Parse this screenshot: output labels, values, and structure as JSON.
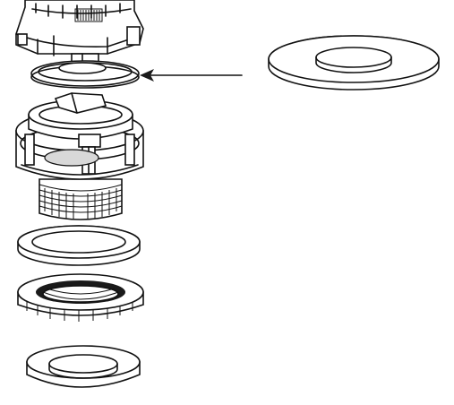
{
  "diagram": {
    "components": [
      {
        "id": "valve-top-assembly",
        "icon": "valve-top-assembly-illustration"
      },
      {
        "id": "small-seal",
        "icon": "small-seal-illustration"
      },
      {
        "id": "valve-body",
        "icon": "threaded-valve-body-illustration"
      },
      {
        "id": "upper-washer",
        "icon": "flat-washer-illustration"
      },
      {
        "id": "lock-nut",
        "icon": "lock-nut-illustration"
      },
      {
        "id": "lower-washer",
        "icon": "thick-washer-illustration"
      },
      {
        "id": "replacement-washer",
        "icon": "large-flat-washer-illustration"
      }
    ],
    "callout": {
      "icon": "arrow-left-icon",
      "points_to": "small-seal"
    },
    "colors": {
      "line": "#111111",
      "background": "#ffffff",
      "fill_dark": "#1a1a1a"
    }
  }
}
